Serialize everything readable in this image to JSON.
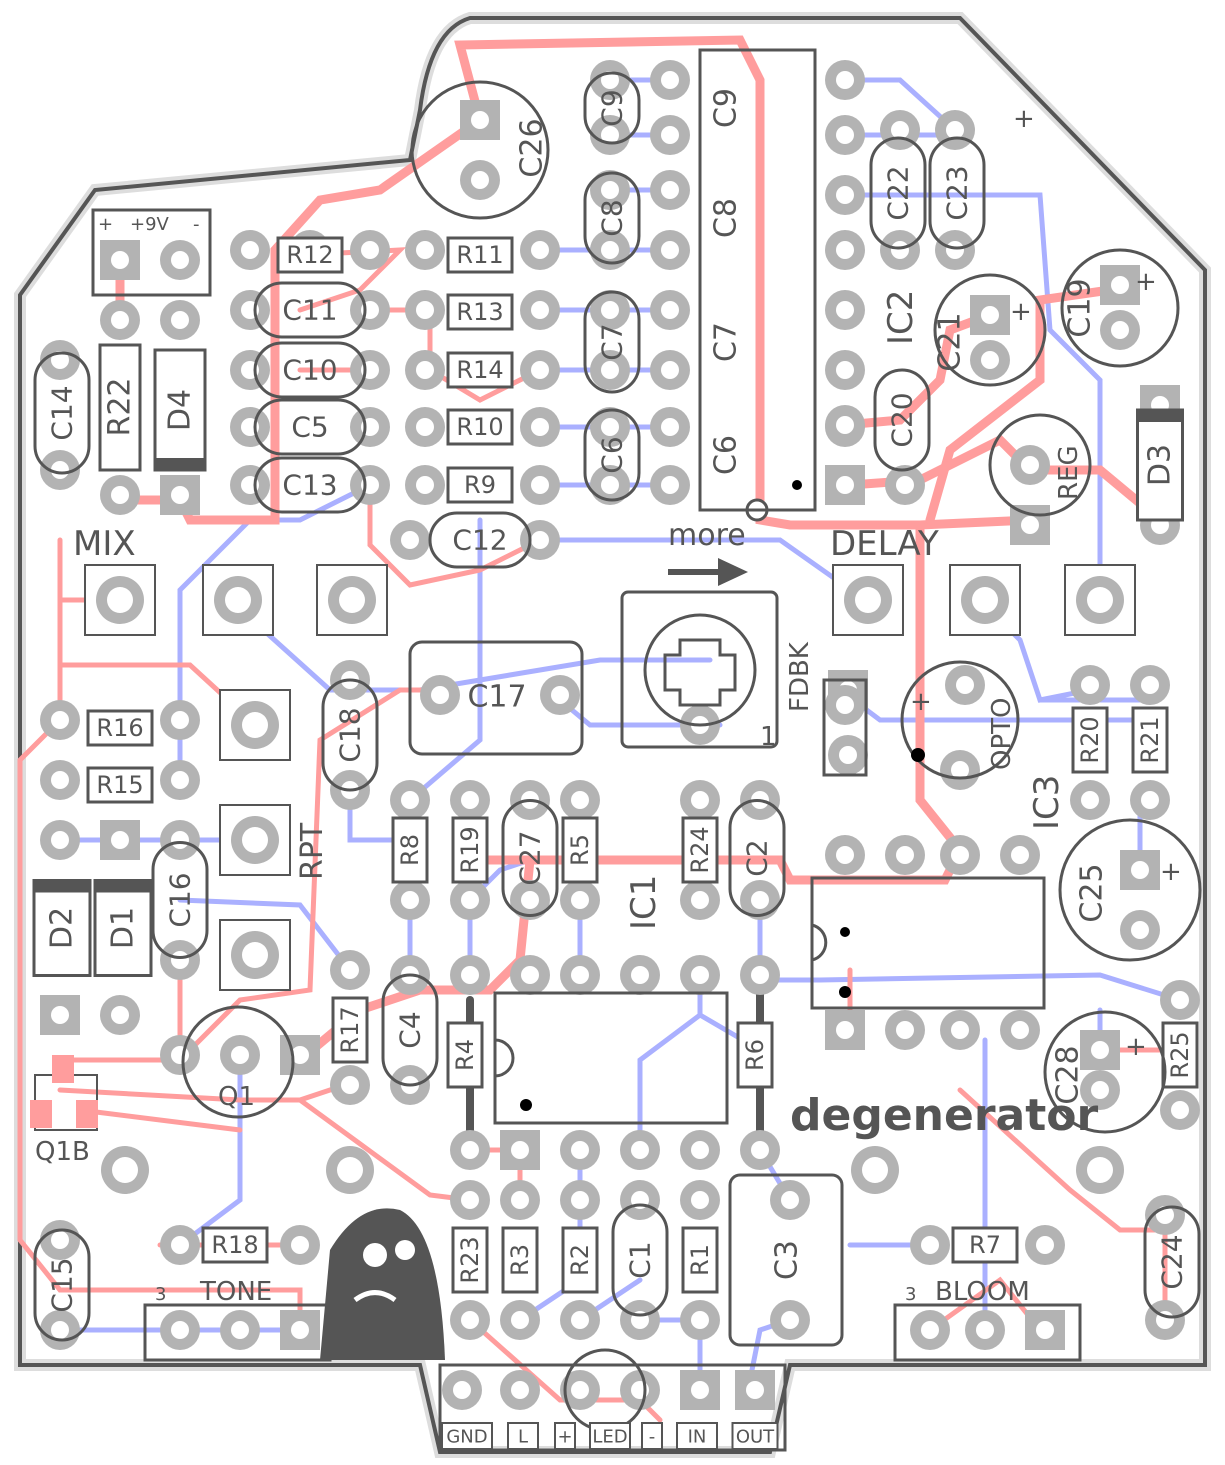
{
  "colors": {
    "board_bg": "#ffffff",
    "outline": "#555555",
    "outline_glow": "#d9d9d9",
    "pad": "#b3b3b3",
    "pad_hole": "#ffffff",
    "silk": "#555555",
    "trace_top": "#ff9d9d",
    "trace_bottom": "#aab0ff",
    "via": "#000000"
  },
  "board": {
    "brand": "degenerator",
    "text_more": "more",
    "arrow_icon": "arrow-right-icon",
    "mascot_icon": "angry-ghost-icon"
  },
  "labels": {
    "power": {
      "plus": "+",
      "nine_volt": "+9V",
      "minus": "-"
    },
    "mix": "MIX",
    "delay": "DELAY",
    "rpt": "RPT",
    "fdbk": "FDBK",
    "fdbk_one": "1",
    "tone": "TONE",
    "tone_pin": "3",
    "bloom": "BLOOM",
    "bloom_pin": "3",
    "q1b": "Q1B",
    "q1": "Q1",
    "ic1": "IC1",
    "ic2": "IC2",
    "ic3": "IC3",
    "opto": "OPTO",
    "reg": "REG",
    "plus_sign": "+",
    "connectors": [
      "GND",
      "L",
      "+",
      "LED",
      "-",
      "IN",
      "OUT"
    ]
  },
  "components": {
    "resistors": [
      "R1",
      "R2",
      "R3",
      "R4",
      "R5",
      "R6",
      "R7",
      "R8",
      "R9",
      "R10",
      "R11",
      "R12",
      "R13",
      "R14",
      "R15",
      "R16",
      "R17",
      "R18",
      "R19",
      "R20",
      "R21",
      "R22",
      "R23",
      "R24",
      "R25"
    ],
    "capacitors": [
      "C1",
      "C2",
      "C3",
      "C4",
      "C5",
      "C6",
      "C7",
      "C8",
      "C9",
      "C10",
      "C11",
      "C12",
      "C13",
      "C14",
      "C15",
      "C16",
      "C17",
      "C18",
      "C19",
      "C20",
      "C21",
      "C22",
      "C23",
      "C24",
      "C25",
      "C26",
      "C27",
      "C28"
    ],
    "diodes": [
      "D1",
      "D2",
      "D3",
      "D4"
    ]
  }
}
